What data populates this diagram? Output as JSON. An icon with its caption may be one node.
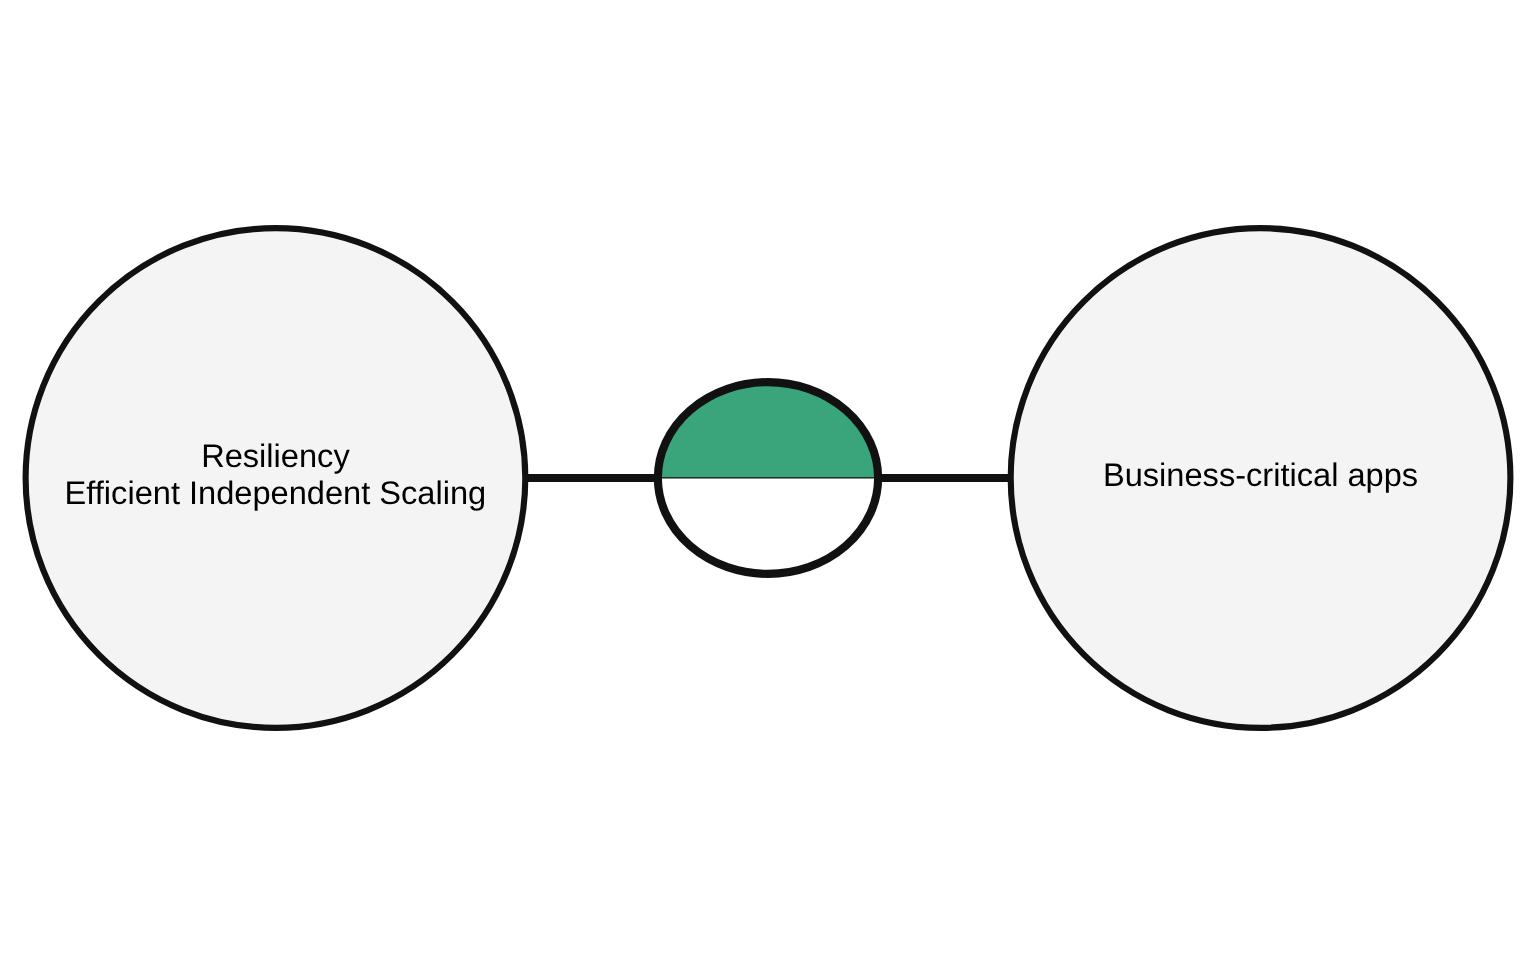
{
  "diagram": {
    "nodes": [
      {
        "text": [
          "Resiliency",
          "Efficient Independent Scaling"
        ]
      },
      {
        "text": [],
        "shape": "picture"
      },
      {
        "text": [
          "Business-critical apps"
        ]
      }
    ],
    "edges": [
      {
        "from": 0,
        "to": 1,
        "arrow": "none"
      },
      {
        "from": 1,
        "to": 2,
        "arrow": "none"
      }
    ]
  }
}
